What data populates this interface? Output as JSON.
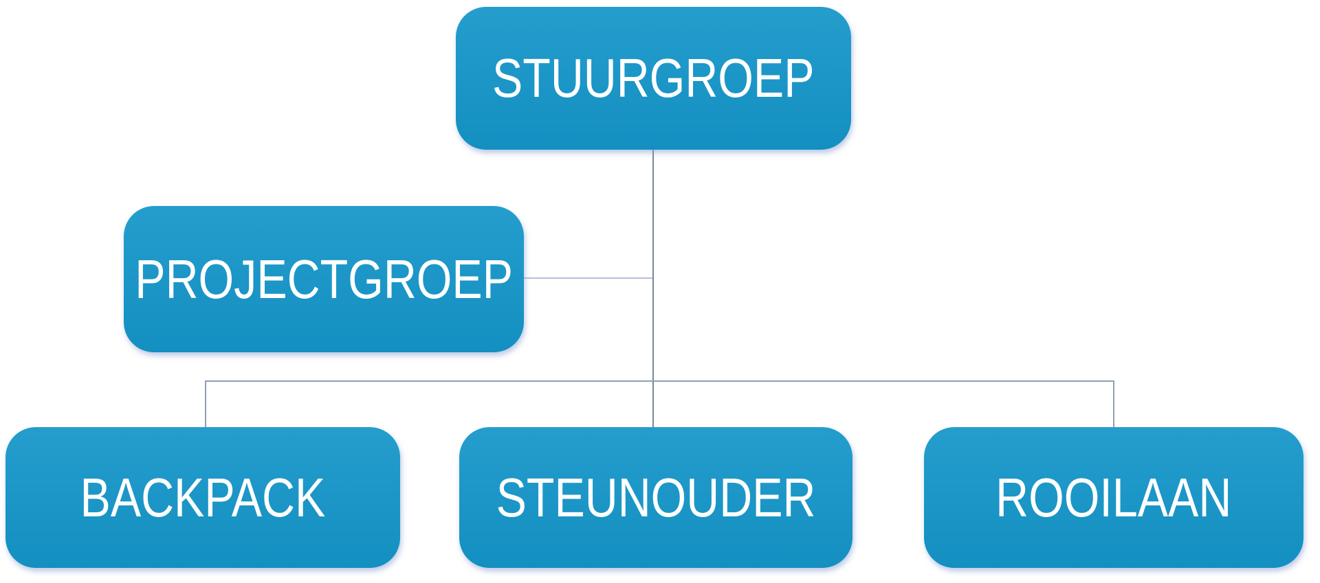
{
  "diagram": {
    "type": "org-chart",
    "nodes": [
      {
        "id": "stuurgroep",
        "label": "STUURGROEP",
        "level": 0
      },
      {
        "id": "projectgroep",
        "label": "PROJECTGROEP",
        "level": 1
      },
      {
        "id": "backpack",
        "label": "BACKPACK",
        "level": 2
      },
      {
        "id": "steunouder",
        "label": "STEUNOUDER",
        "level": 2
      },
      {
        "id": "rooilaan",
        "label": "ROOILAAN",
        "level": 2
      }
    ],
    "edges": [
      {
        "from": "STUURGROEP",
        "to": "PROJECTGROEP"
      },
      {
        "from": "STUURGROEP",
        "to": "BACKPACK"
      },
      {
        "from": "STUURGROEP",
        "to": "STEUNOUDER"
      },
      {
        "from": "STUURGROEP",
        "to": "ROOILAAN"
      }
    ],
    "colors": {
      "node_fill": "#1496c9",
      "node_text": "#ffffff",
      "connector_main": "#76889e",
      "connector_branch": "#8d9fb8",
      "connector_side": "#b3bfdd",
      "background": "#ffffff"
    }
  }
}
